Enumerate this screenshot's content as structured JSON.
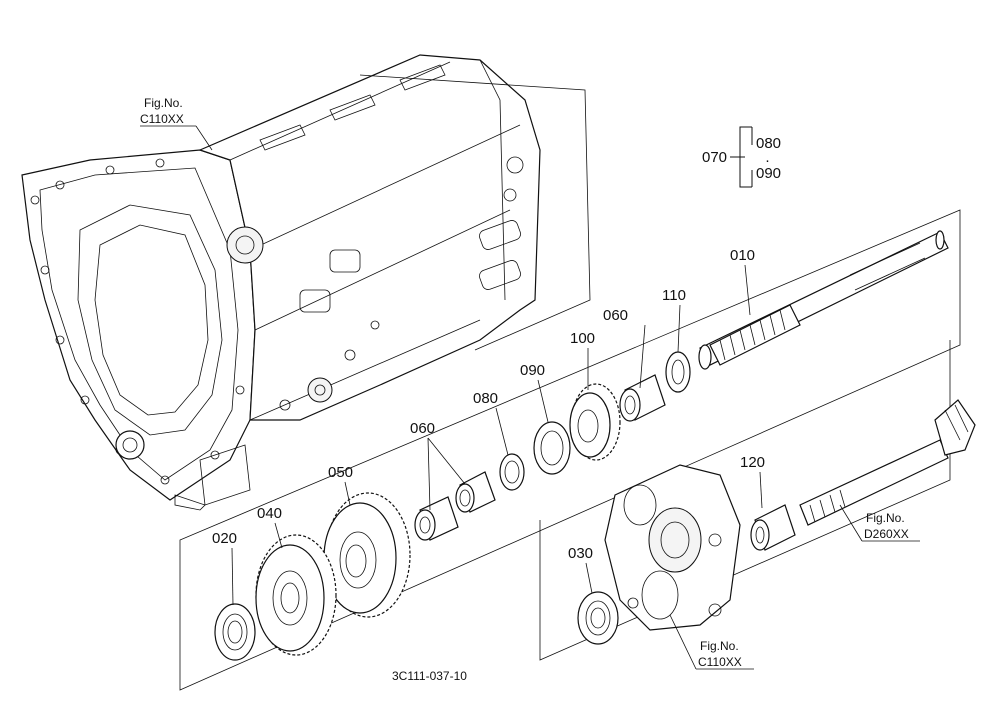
{
  "fig_refs": [
    {
      "line1": "Fig.No.",
      "line2": "C110XX"
    },
    {
      "line1": "Fig.No.",
      "line2": "D260XX"
    },
    {
      "line1": "Fig.No.",
      "line2": "C110XX"
    }
  ],
  "parts": {
    "p010": "010",
    "p020": "020",
    "p030": "030",
    "p040": "040",
    "p050": "050",
    "p060a": "060",
    "p060b": "060",
    "p080": "080",
    "p090": "090",
    "p100": "100",
    "p110": "110",
    "p120": "120"
  },
  "kit": {
    "parent": "070",
    "child_a": "080",
    "dot": "·",
    "child_b": "090"
  },
  "drawing_code": "3C111-037-10"
}
